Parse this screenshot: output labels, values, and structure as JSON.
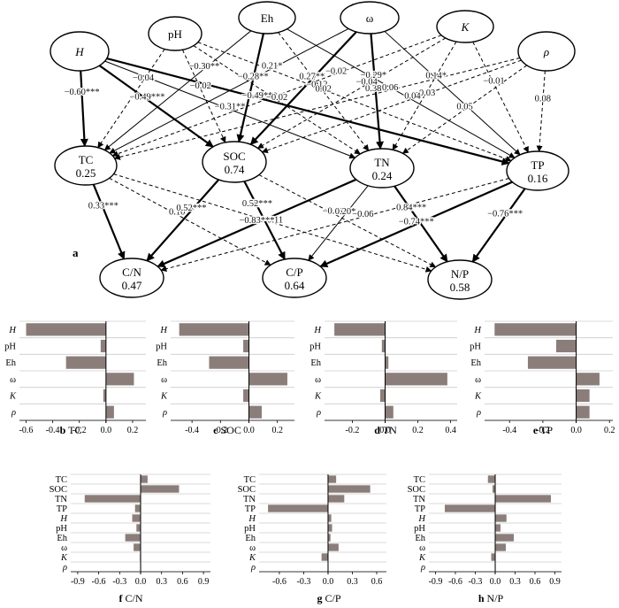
{
  "path_diagram": {
    "panel_label": "a",
    "nodes": [
      {
        "id": "H",
        "label": "H",
        "italic": true,
        "r2": ""
      },
      {
        "id": "pH",
        "label": "pH",
        "italic": false,
        "r2": ""
      },
      {
        "id": "Eh",
        "label": "Eh",
        "italic": false,
        "r2": ""
      },
      {
        "id": "w",
        "label": "ω",
        "italic": false,
        "r2": ""
      },
      {
        "id": "K",
        "label": "K",
        "italic": true,
        "r2": ""
      },
      {
        "id": "rho",
        "label": "ρ",
        "italic": true,
        "r2": ""
      },
      {
        "id": "TC",
        "label": "TC",
        "italic": false,
        "r2": "0.25"
      },
      {
        "id": "SOC",
        "label": "SOC",
        "italic": false,
        "r2": "0.74"
      },
      {
        "id": "TN",
        "label": "TN",
        "italic": false,
        "r2": "0.24"
      },
      {
        "id": "TP",
        "label": "TP",
        "italic": false,
        "r2": "0.16"
      },
      {
        "id": "CN",
        "label": "C/N",
        "italic": false,
        "r2": "0.47"
      },
      {
        "id": "CP",
        "label": "C/P",
        "italic": false,
        "r2": "0.64"
      },
      {
        "id": "NP",
        "label": "N/P",
        "italic": false,
        "r2": "0.58"
      }
    ],
    "paths": [
      {
        "from": "H",
        "to": "TC",
        "label": "−0.60***",
        "style": "bold"
      },
      {
        "from": "H",
        "to": "SOC",
        "label": "−0.49***",
        "style": "bold"
      },
      {
        "from": "H",
        "to": "TN",
        "label": "−0.31**",
        "style": "solid"
      },
      {
        "from": "H",
        "to": "TP",
        "label": "−0.49***",
        "style": "bold"
      },
      {
        "from": "pH",
        "to": "TC",
        "label": "−0.04",
        "style": "dashed"
      },
      {
        "from": "pH",
        "to": "SOC",
        "label": "−0.02",
        "style": "dashed"
      },
      {
        "from": "pH",
        "to": "TN",
        "label": "−0.02",
        "style": "dashed"
      },
      {
        "from": "pH",
        "to": "TP",
        "label": "−0.12",
        "style": "dashed"
      },
      {
        "from": "Eh",
        "to": "TC",
        "label": "−0.30**",
        "style": "solid"
      },
      {
        "from": "Eh",
        "to": "SOC",
        "label": "−0.28**",
        "style": "bold"
      },
      {
        "from": "Eh",
        "to": "TN",
        "label": "0.02",
        "style": "dashed"
      },
      {
        "from": "Eh",
        "to": "TP",
        "label": "−0.29*",
        "style": "solid"
      },
      {
        "from": "w",
        "to": "TC",
        "label": "0.21*",
        "style": "solid"
      },
      {
        "from": "w",
        "to": "SOC",
        "label": "0.27**",
        "style": "bold"
      },
      {
        "from": "w",
        "to": "TN",
        "label": "0.38*",
        "style": "bold"
      },
      {
        "from": "w",
        "to": "TP",
        "label": "0.14*",
        "style": "solid"
      },
      {
        "from": "K",
        "to": "TC",
        "label": "−0.02",
        "style": "dashed"
      },
      {
        "from": "K",
        "to": "SOC",
        "label": "−0.04",
        "style": "dashed"
      },
      {
        "from": "K",
        "to": "TN",
        "label": "−0.03",
        "style": "dashed"
      },
      {
        "from": "K",
        "to": "TP",
        "label": "−0.01",
        "style": "dashed"
      },
      {
        "from": "rho",
        "to": "TC",
        "label": "0.06",
        "style": "dashed"
      },
      {
        "from": "rho",
        "to": "SOC",
        "label": "0.04",
        "style": "dashed"
      },
      {
        "from": "rho",
        "to": "TN",
        "label": "0.05",
        "style": "dashed"
      },
      {
        "from": "rho",
        "to": "TP",
        "label": "0.08",
        "style": "dashed"
      },
      {
        "from": "TC",
        "to": "CN",
        "label": "0.33***",
        "style": "bold"
      },
      {
        "from": "TC",
        "to": "CP",
        "label": "0.10",
        "style": "dashed"
      },
      {
        "from": "TC",
        "to": "NP",
        "label": "−0.11",
        "style": "dashed"
      },
      {
        "from": "SOC",
        "to": "CN",
        "label": "0.52***",
        "style": "bold"
      },
      {
        "from": "SOC",
        "to": "CP",
        "label": "0.52***",
        "style": "bold"
      },
      {
        "from": "SOC",
        "to": "NP",
        "label": "−0.01",
        "style": "dashed"
      },
      {
        "from": "TN",
        "to": "CN",
        "label": "−0.83***",
        "style": "bold"
      },
      {
        "from": "TN",
        "to": "CP",
        "label": "0.20*",
        "style": "solid"
      },
      {
        "from": "TN",
        "to": "NP",
        "label": "0.84***",
        "style": "bold"
      },
      {
        "from": "TP",
        "to": "CN",
        "label": "−0.06",
        "style": "dashed"
      },
      {
        "from": "TP",
        "to": "CP",
        "label": "−0.74***",
        "style": "bold"
      },
      {
        "from": "TP",
        "to": "NP",
        "label": "−0.76***",
        "style": "bold"
      }
    ],
    "rho_to_tp_extra": "0.08"
  },
  "chart_data": [
    {
      "type": "bar",
      "orientation": "horizontal",
      "panel": "b",
      "title": "TC",
      "categories": [
        "H",
        "pH",
        "Eh",
        "ω",
        "K",
        "ρ"
      ],
      "values": [
        -0.6,
        -0.04,
        -0.3,
        0.21,
        -0.02,
        0.06
      ],
      "xlim": [
        -0.65,
        0.3
      ],
      "xticks": [
        "-0.6",
        "-0.4",
        "-0.2",
        "0.0",
        "0.2"
      ],
      "tick_values": [
        -0.6,
        -0.4,
        -0.2,
        0.0,
        0.2
      ],
      "grid": true
    },
    {
      "type": "bar",
      "orientation": "horizontal",
      "panel": "c",
      "title": "SOC",
      "categories": [
        "H",
        "pH",
        "Eh",
        "ω",
        "K",
        "ρ"
      ],
      "values": [
        -0.49,
        -0.04,
        -0.28,
        0.27,
        -0.04,
        0.09
      ],
      "xlim": [
        -0.55,
        0.32
      ],
      "xticks": [
        "-0.4",
        "-0.2",
        "0.0",
        "0.2"
      ],
      "tick_values": [
        -0.4,
        -0.2,
        0.0,
        0.2
      ],
      "grid": true
    },
    {
      "type": "bar",
      "orientation": "horizontal",
      "panel": "d",
      "title": "TN",
      "categories": [
        "H",
        "pH",
        "Eh",
        "ω",
        "K",
        "ρ"
      ],
      "values": [
        -0.31,
        -0.02,
        0.02,
        0.38,
        -0.03,
        0.05
      ],
      "xlim": [
        -0.37,
        0.44
      ],
      "xticks": [
        "-0.2",
        "0.0",
        "0.2",
        "0.4"
      ],
      "tick_values": [
        -0.2,
        0.0,
        0.2,
        0.4
      ],
      "grid": true
    },
    {
      "type": "bar",
      "orientation": "horizontal",
      "panel": "e",
      "title": "TP",
      "categories": [
        "H",
        "pH",
        "Eh",
        "ω",
        "K",
        "ρ"
      ],
      "values": [
        -0.49,
        -0.12,
        -0.29,
        0.14,
        0.08,
        0.08
      ],
      "xlim": [
        -0.55,
        0.22
      ],
      "xticks": [
        "-0.4",
        "-0.2",
        "0.0",
        "0.2"
      ],
      "tick_values": [
        -0.4,
        -0.2,
        0.0,
        0.2
      ],
      "grid": true
    },
    {
      "type": "bar",
      "orientation": "horizontal",
      "panel": "f",
      "title": "C/N",
      "categories": [
        "TC",
        "SOC",
        "TN",
        "TP",
        "H",
        "pH",
        "Eh",
        "ω",
        "K",
        "ρ"
      ],
      "values": [
        0.1,
        0.55,
        -0.8,
        -0.08,
        -0.12,
        -0.06,
        -0.22,
        -0.1,
        -0.01,
        0.0
      ],
      "xlim": [
        -1.0,
        1.0
      ],
      "xticks": [
        "-0.9",
        "-0.6",
        "-0.3",
        "0.0",
        "0.3",
        "0.6",
        "0.9"
      ],
      "tick_values": [
        -0.9,
        -0.6,
        -0.3,
        0.0,
        0.3,
        0.6,
        0.9
      ],
      "grid": true
    },
    {
      "type": "bar",
      "orientation": "horizontal",
      "panel": "g",
      "title": "C/P",
      "categories": [
        "TC",
        "SOC",
        "TN",
        "TP",
        "H",
        "pH",
        "Eh",
        "ω",
        "K",
        "ρ"
      ],
      "values": [
        0.1,
        0.52,
        0.2,
        -0.74,
        0.04,
        0.05,
        0.03,
        0.13,
        -0.08,
        0.0
      ],
      "xlim": [
        -0.85,
        0.72
      ],
      "xticks": [
        "-0.6",
        "-0.3",
        "0.0",
        "0.3",
        "0.6"
      ],
      "tick_values": [
        -0.6,
        -0.3,
        0.0,
        0.3,
        0.6
      ],
      "grid": true
    },
    {
      "type": "bar",
      "orientation": "horizontal",
      "panel": "h",
      "title": "N/P",
      "categories": [
        "TC",
        "SOC",
        "TN",
        "TP",
        "H",
        "pH",
        "Eh",
        "ω",
        "K",
        "ρ"
      ],
      "values": [
        -0.11,
        -0.04,
        0.84,
        -0.76,
        0.17,
        0.08,
        0.28,
        0.16,
        -0.06,
        0.0
      ],
      "xlim": [
        -1.0,
        1.0
      ],
      "xticks": [
        "-0.9",
        "-0.6",
        "-0.3",
        "0.0",
        "0.3",
        "0.6",
        "0.9"
      ],
      "tick_values": [
        -0.9,
        -0.6,
        -0.3,
        0.0,
        0.3,
        0.6,
        0.9
      ],
      "grid": true
    }
  ],
  "italic_categories": [
    "H",
    "K",
    "ρ"
  ],
  "colors": {
    "bar": "#8b7e7a",
    "grid": "#cccccc",
    "axis": "#000000",
    "line": "#000000"
  }
}
